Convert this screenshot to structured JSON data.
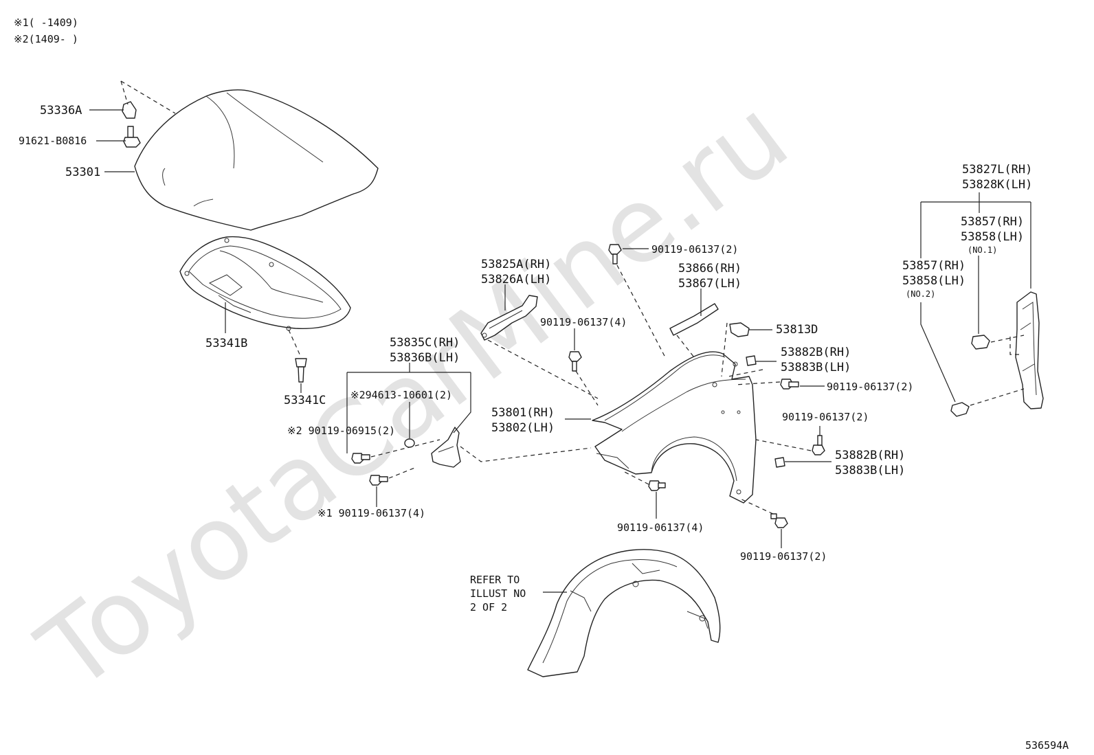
{
  "watermark": "ToyotaCarMine.ru",
  "notes": {
    "note1": "※1(     -1409)",
    "note2": "※2(1409-     )"
  },
  "diagram_id": "536594A",
  "labels": {
    "p53336a": "53336A",
    "p91621": "91621-B0816",
    "p53301": "53301",
    "p53341b": "53341B",
    "p53341c": "53341C",
    "p53825_rh": "53825A(RH)",
    "p53826_lh": "53826A(LH)",
    "p90119_top": "90119-06137(2)",
    "p53866_rh": "53866(RH)",
    "p53867_lh": "53867(LH)",
    "p90119_4a": "90119-06137(4)",
    "p53813d": "53813D",
    "p53882b_rh_a": "53882B(RH)",
    "p53883b_lh_a": "53883B(LH)",
    "p90119_right_a": "90119-06137(2)",
    "p53835c_rh": "53835C(RH)",
    "p53836b_lh": "53836B(LH)",
    "p94613": "※294613-10601(2)",
    "p90119_06915": "※2 90119-06915(2)",
    "p53801_rh": "53801(RH)",
    "p53802_lh": "53802(LH)",
    "p90119_right_b": "90119-06137(2)",
    "p53882b_rh_b": "53882B(RH)",
    "p53883b_lh_b": "53883B(LH)",
    "p90119_left_4": "※1 90119-06137(4)",
    "p90119_bottom_4": "90119-06137(4)",
    "p90119_bottom_2": "90119-06137(2)",
    "refer1": "REFER TO",
    "refer2": "ILLUST NO",
    "refer3": "2 OF 2",
    "p53827l_rh": "53827L(RH)",
    "p53828k_lh": "53828K(LH)",
    "p53857_rh_1": "53857(RH)",
    "p53858_lh_1": "53858(LH)",
    "no1": "(NO.1)",
    "p53857_rh_2": "53857(RH)",
    "p53858_lh_2": "53858(LH)",
    "no2": "(NO.2)"
  }
}
